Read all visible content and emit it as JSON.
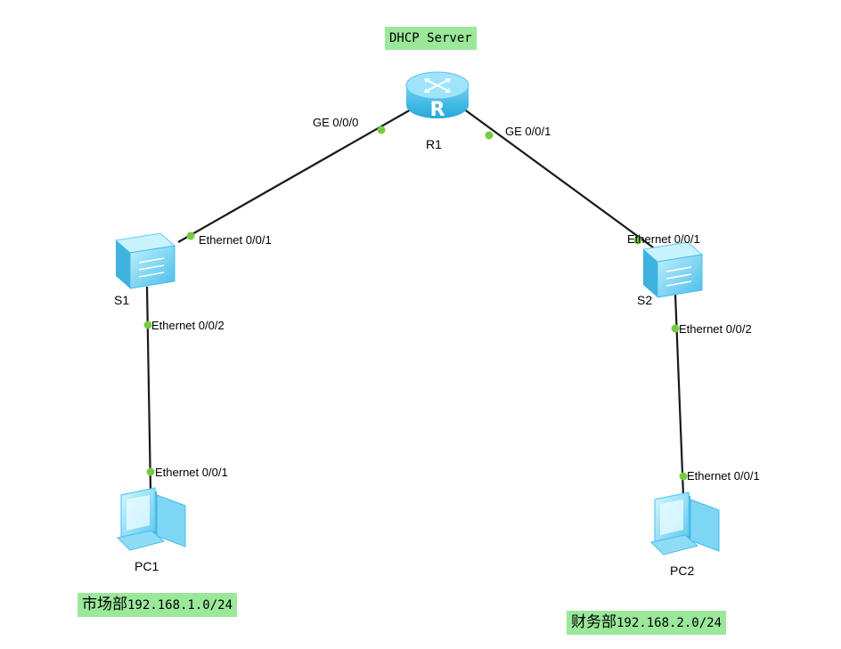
{
  "server_tag": "DHCP Server",
  "devices": {
    "r1": "R1",
    "s1": "S1",
    "s2": "S2",
    "pc1": "PC1",
    "pc2": "PC2"
  },
  "ports": {
    "r1_left": "GE 0/0/0",
    "r1_right": "GE 0/0/1",
    "s1_up": "Ethernet 0/0/1",
    "s1_down": "Ethernet 0/0/2",
    "pc1_up": "Ethernet 0/0/1",
    "s2_up": "Ethernet 0/0/1",
    "s2_down": "Ethernet 0/0/2",
    "pc2_up": "Ethernet 0/0/1"
  },
  "subnets": {
    "left": {
      "dept": "市场部",
      "net": "192.168.1.0/24"
    },
    "right": {
      "dept": "财务部",
      "net": "192.168.2.0/24"
    }
  },
  "colors": {
    "tag_bg": "#9be89b",
    "port_dot": "#7ac943",
    "device_blue": "#4fc3ee"
  }
}
